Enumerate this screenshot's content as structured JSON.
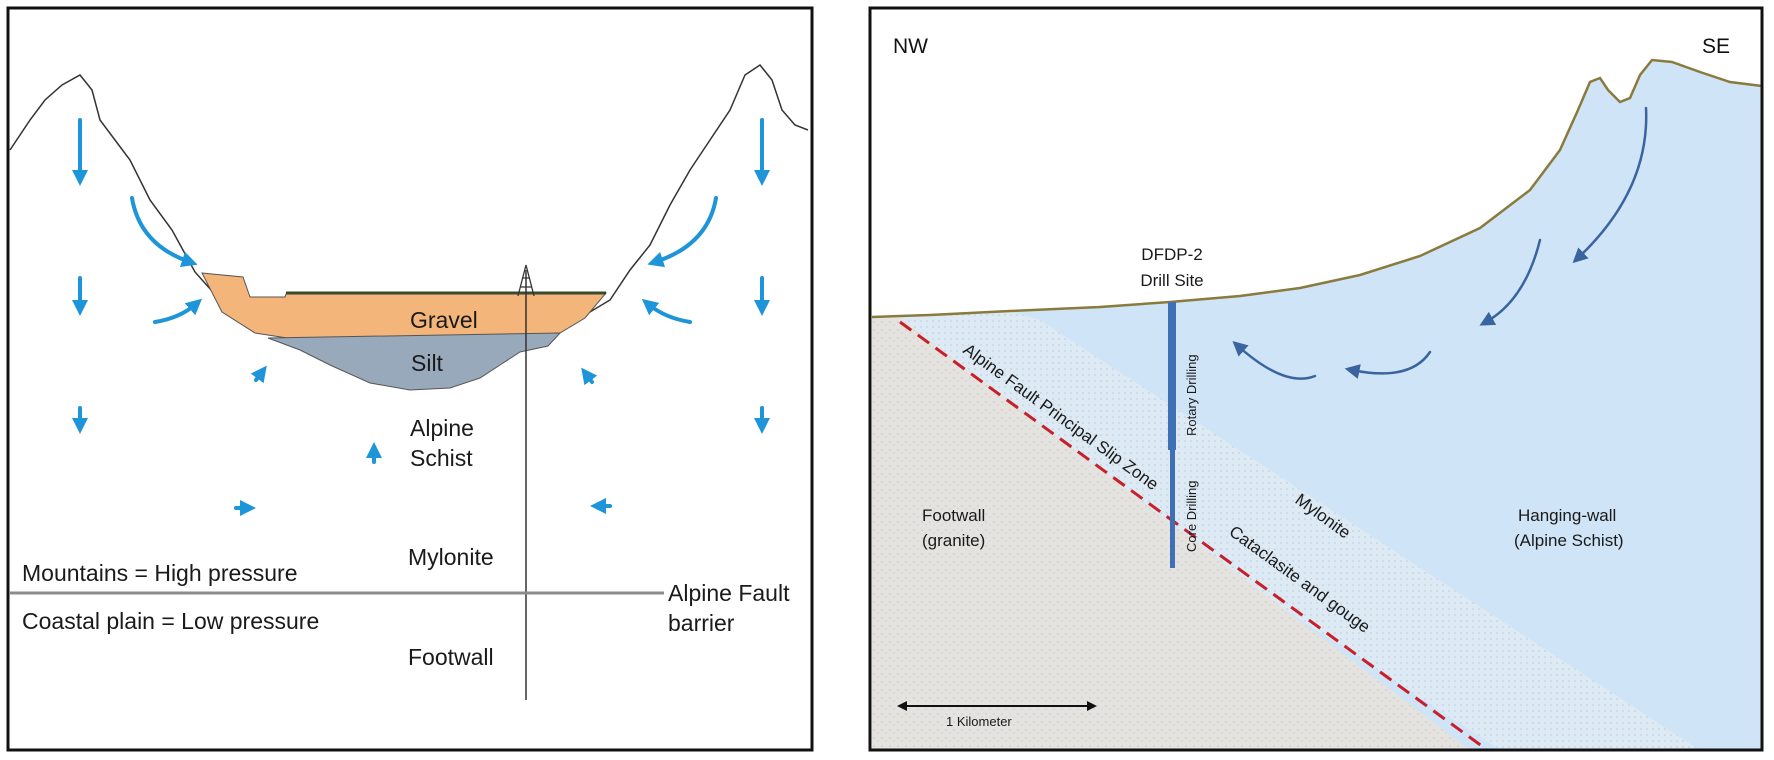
{
  "left_panel": {
    "labels": {
      "gravel": "Gravel",
      "silt": "Silt",
      "alpine_schist_line1": "Alpine",
      "alpine_schist_line2": "Schist",
      "mylonite": "Mylonite",
      "footwall": "Footwall",
      "mountains_pressure": "Mountains = High pressure",
      "coastal_pressure": "Coastal plain = Low pressure",
      "barrier_line1": "Alpine Fault",
      "barrier_line2": "barrier"
    },
    "colors": {
      "gravel": "#f4b57a",
      "silt": "#98a9bb",
      "arrow": "#1d95d8",
      "barrier_line": "#8c8c8c"
    }
  },
  "right_panel": {
    "labels": {
      "nw": "NW",
      "se": "SE",
      "drill_site_line1": "DFDP-2",
      "drill_site_line2": "Drill Site",
      "rotary_drilling": "Rotary Drilling",
      "core_drilling": "Core Drilling",
      "slip_zone": "Alpine Fault Principal Slip Zone",
      "cataclasite": "Cataclasite and gouge",
      "mylonite": "Mylonite",
      "footwall_line1": "Footwall",
      "footwall_line2": "(granite)",
      "hanging_line1": "Hanging-wall",
      "hanging_line2": "(Alpine Schist)",
      "scale": "1 Kilometer"
    },
    "colors": {
      "hanging_wall": "#cfe4f6",
      "footwall": "#e4e3e0",
      "mylonite_band": "#dde9f3",
      "slip_line": "#c8202a",
      "borehole": "#3f6fb5",
      "flow_arrow": "#3a64a0",
      "surface": "#8a7a3c"
    }
  }
}
